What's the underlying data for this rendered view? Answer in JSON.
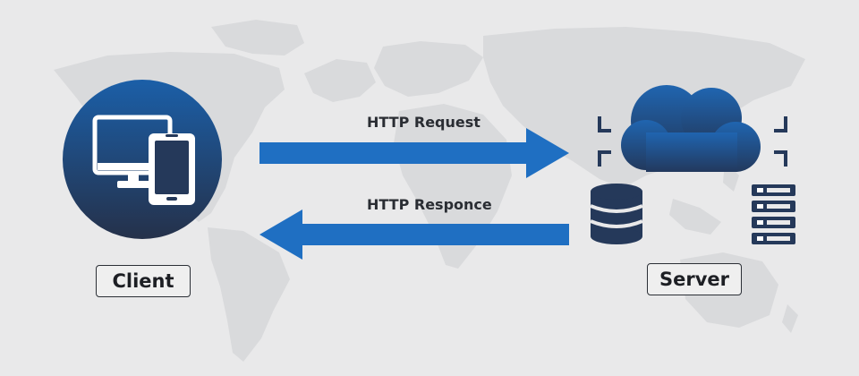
{
  "client": {
    "label": "Client"
  },
  "server": {
    "label": "Server"
  },
  "request": {
    "label": "HTTP Request"
  },
  "response": {
    "label": "HTTP Responce"
  },
  "colors": {
    "arrow": "#1f6fc2",
    "circle_top": "#1a5fa8",
    "circle_bottom": "#24314a",
    "navy": "#25395a",
    "cloud_top": "#1f62ab",
    "cloud_bottom": "#223a5e",
    "map": "#d7d8da"
  }
}
